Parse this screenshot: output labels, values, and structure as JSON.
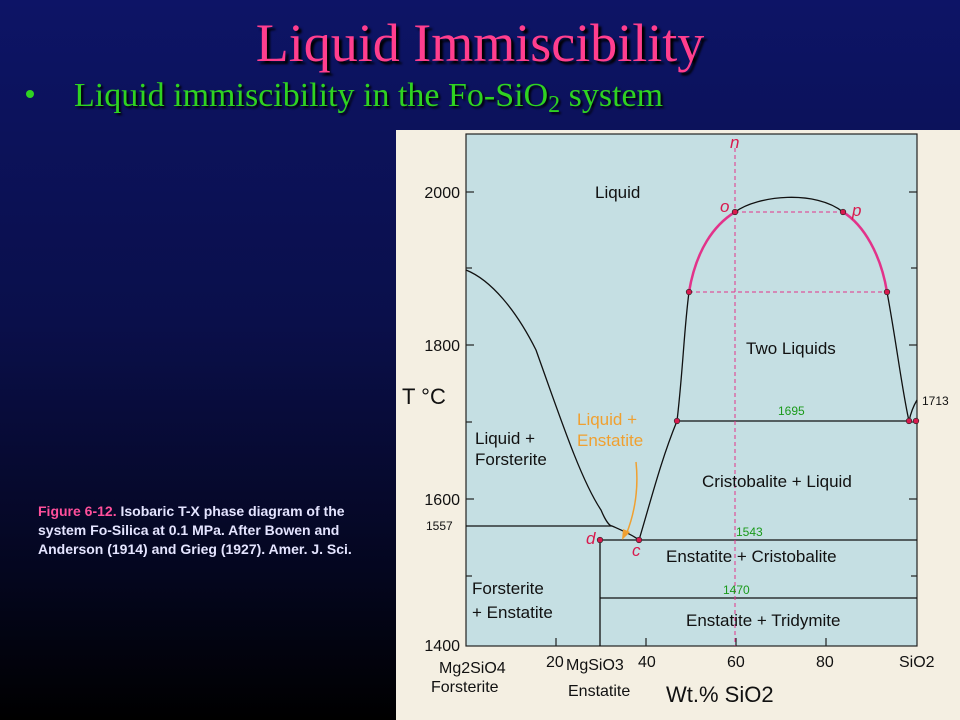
{
  "slide": {
    "title": "Liquid Immiscibility",
    "bullet_pre": "Liquid immiscibility in the Fo-SiO",
    "bullet_sub": "2",
    "bullet_post": " system"
  },
  "caption": {
    "label": "Figure 6-12.",
    "text": " Isobaric T-X phase diagram of the system Fo-Silica at 0.1 MPa. After Bowen and Anderson (1914) and Grieg (1927). Amer. J. Sci."
  },
  "diagram": {
    "y_axis_label": "T °C",
    "x_axis_label": "Wt.% SiO2",
    "y_ticks": [
      "2000",
      "1800",
      "1600",
      "1400"
    ],
    "x_ticks": [
      "20",
      "40",
      "60",
      "80"
    ],
    "x_end_labels": {
      "left_formula": "Mg2SiO4",
      "left_name": "Forsterite",
      "mid_formula": "MgSiO3",
      "mid_name": "Enstatite",
      "right_formula": "SiO2"
    },
    "regions": {
      "liquid": "Liquid",
      "two_liquids": "Two Liquids",
      "liquid_forsterite_1": "Liquid +",
      "liquid_forsterite_2": "Forsterite",
      "liquid_enstatite_1": "Liquid +",
      "liquid_enstatite_2": "Enstatite",
      "cristobalite_liquid": "Cristobalite + Liquid",
      "enstatite_cristobalite": "Enstatite + Cristobalite",
      "forsterite_enstatite_1": "Forsterite",
      "forsterite_enstatite_2": "+ Enstatite",
      "enstatite_tridymite": "Enstatite + Tridymite"
    },
    "isotherms": {
      "t1557": "1557",
      "t1543": "1543",
      "t1470": "1470",
      "t1695": "1695",
      "t1713": "1713"
    },
    "points": {
      "n": "n",
      "o": "o",
      "p": "p",
      "d": "d",
      "c": "c"
    },
    "colors": {
      "plot_background": "#c5dfe3",
      "frame_background": "#f4efe2",
      "solvus": "#e2338a",
      "isotherm_label": "#1a9a1a",
      "point_label": "#d81a4e",
      "arrow": "#f0a030"
    }
  }
}
